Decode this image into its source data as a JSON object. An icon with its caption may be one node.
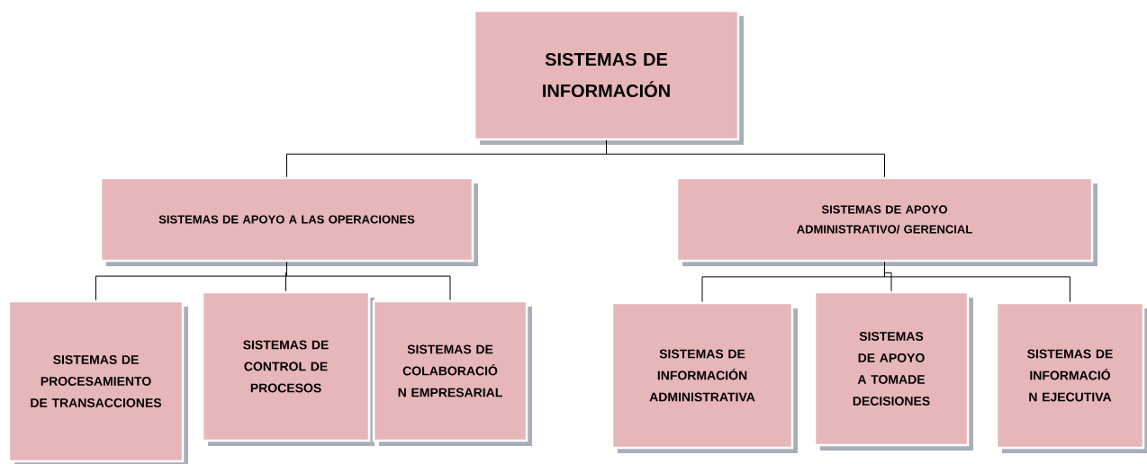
{
  "diagram": {
    "nodes": [
      {
        "text": [
          "SISTEMAS DE INFORMACIÓN"
        ]
      },
      {
        "text": [
          "SISTEMAS DE APOYO A LAS OPERACIONES"
        ]
      },
      {
        "text": [
          "SISTEMAS DE APOYO ADMINISTRATIVO/ GERENCIAL"
        ]
      },
      {
        "text": [
          "SISTEMAS DE PROCESAMIENTO DE TRANSACCIONES"
        ]
      },
      {
        "text": [
          "SISTEMAS DE CONTROL DE PROCESOS"
        ]
      },
      {
        "text": [
          "SISTEMAS DE COLABORACIÓ N EMPRESARIAL"
        ]
      },
      {
        "text": [
          "SISTEMAS DE INFORMACIÓN ADMINISTRATIVA"
        ]
      },
      {
        "text": [
          "SISTEMAS DE APOYO A TOMADE DECISIONES"
        ]
      },
      {
        "text": [
          "SISTEMAS DE INFORMACIÓ N EJECUTIVA"
        ]
      }
    ],
    "edges": [
      {
        "from": 0,
        "to": 1,
        "arrow": "none"
      },
      {
        "from": 0,
        "to": 2,
        "arrow": "none"
      },
      {
        "from": 1,
        "to": 3,
        "arrow": "none"
      },
      {
        "from": 1,
        "to": 4,
        "arrow": "none"
      },
      {
        "from": 1,
        "to": 5,
        "arrow": "none"
      },
      {
        "from": 2,
        "to": 6,
        "arrow": "none"
      },
      {
        "from": 2,
        "to": 7,
        "arrow": "none"
      },
      {
        "from": 2,
        "to": 8,
        "arrow": "none"
      }
    ]
  }
}
